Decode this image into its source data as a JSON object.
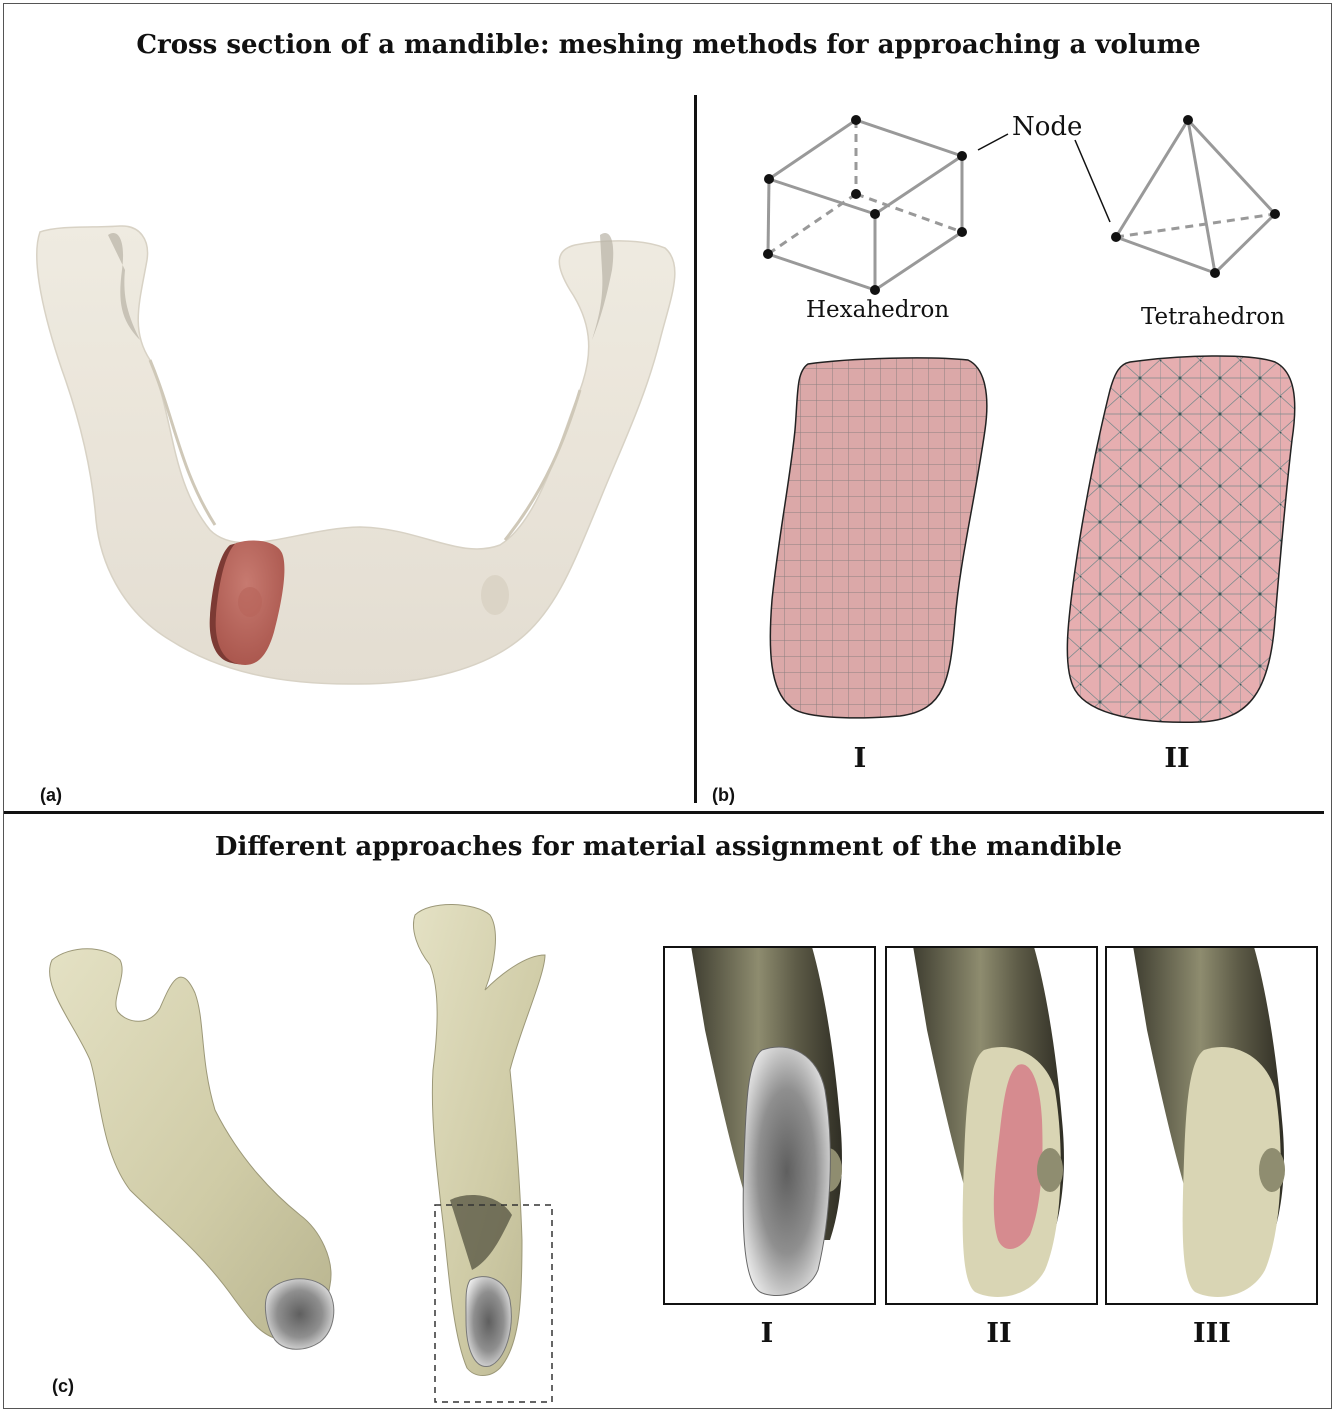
{
  "top": {
    "title": "Cross section of a mandible: meshing methods for approaching a volume",
    "panel_a_label": "(a)",
    "panel_b_label": "(b)",
    "node_label": "Node",
    "hexahedron_label": "Hexahedron",
    "tetrahedron_label": "Tetrahedron",
    "mesh_label_1": "I",
    "mesh_label_2": "II"
  },
  "bottom": {
    "title": "Different approaches for material assignment of the mandible",
    "panel_c_label": "(c)",
    "approach_label_1": "I",
    "approach_label_2": "II",
    "approach_label_3": "III"
  },
  "colors": {
    "bone_translucent": "#ece6d9",
    "bone_solid": "#d9d5b4",
    "section_red": "#b5655c",
    "mesh_pink": "#e3a6a8",
    "grey_scan": "#8a8a8a"
  }
}
